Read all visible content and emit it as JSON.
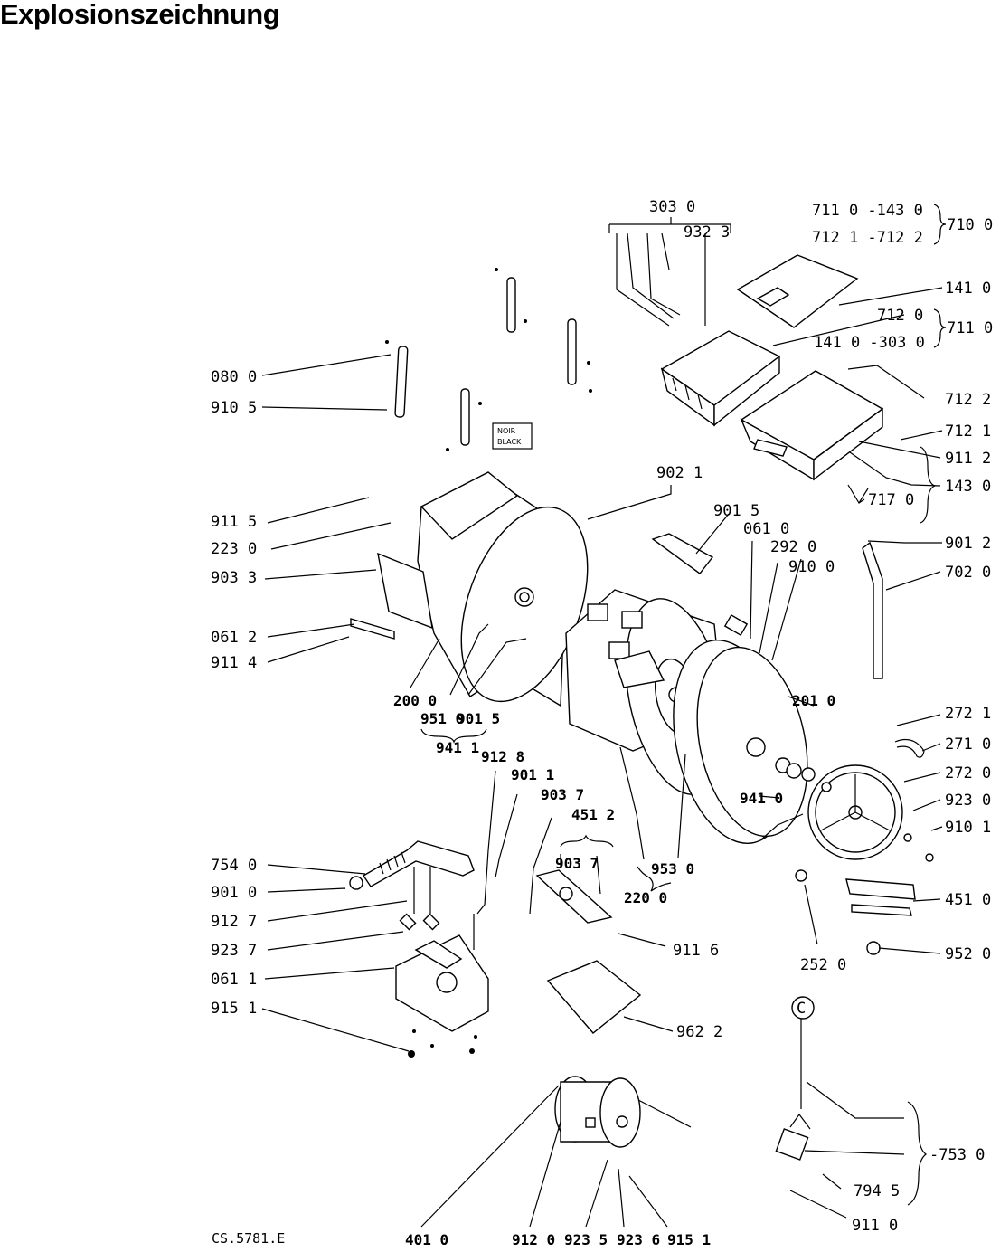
{
  "title": "Explosionszeichnung",
  "footer_code": "CS.5781.E",
  "color_legend": [
    "NOIR",
    "BLACK"
  ],
  "callout_c": "C",
  "labels": [
    "303 0",
    "932 3",
    "711 0 -143 0",
    "712 1 -712 2",
    "710 0",
    "141 0",
    "712 0",
    "711 0",
    "141 0 -303 0",
    "080 0",
    "910 5",
    "712 2",
    "712 1",
    "911 2",
    "143 0",
    "717 0",
    "902 1",
    "911 5",
    "901 5",
    "061 0",
    "223 0",
    "292 0",
    "903 3",
    "901 2",
    "910 0",
    "702 0",
    "061 2",
    "911 4",
    "200 0",
    "951 0",
    "901 5",
    "941 1",
    "201 0",
    "272 1",
    "271 0",
    "272 0",
    "923 0",
    "910 1",
    "941 0",
    "912 8",
    "901 1",
    "903 7",
    "451 2",
    "903 7",
    "953 0",
    "220 0",
    "754 0",
    "901 0",
    "912 7",
    "923 7",
    "061 1",
    "915 1",
    "911 6",
    "252 0",
    "451 0",
    "952 0",
    "962 2",
    "-753 0",
    "794 5",
    "911 0",
    "401 0",
    "912 0",
    "923 5",
    "923 6",
    "915 1"
  ]
}
